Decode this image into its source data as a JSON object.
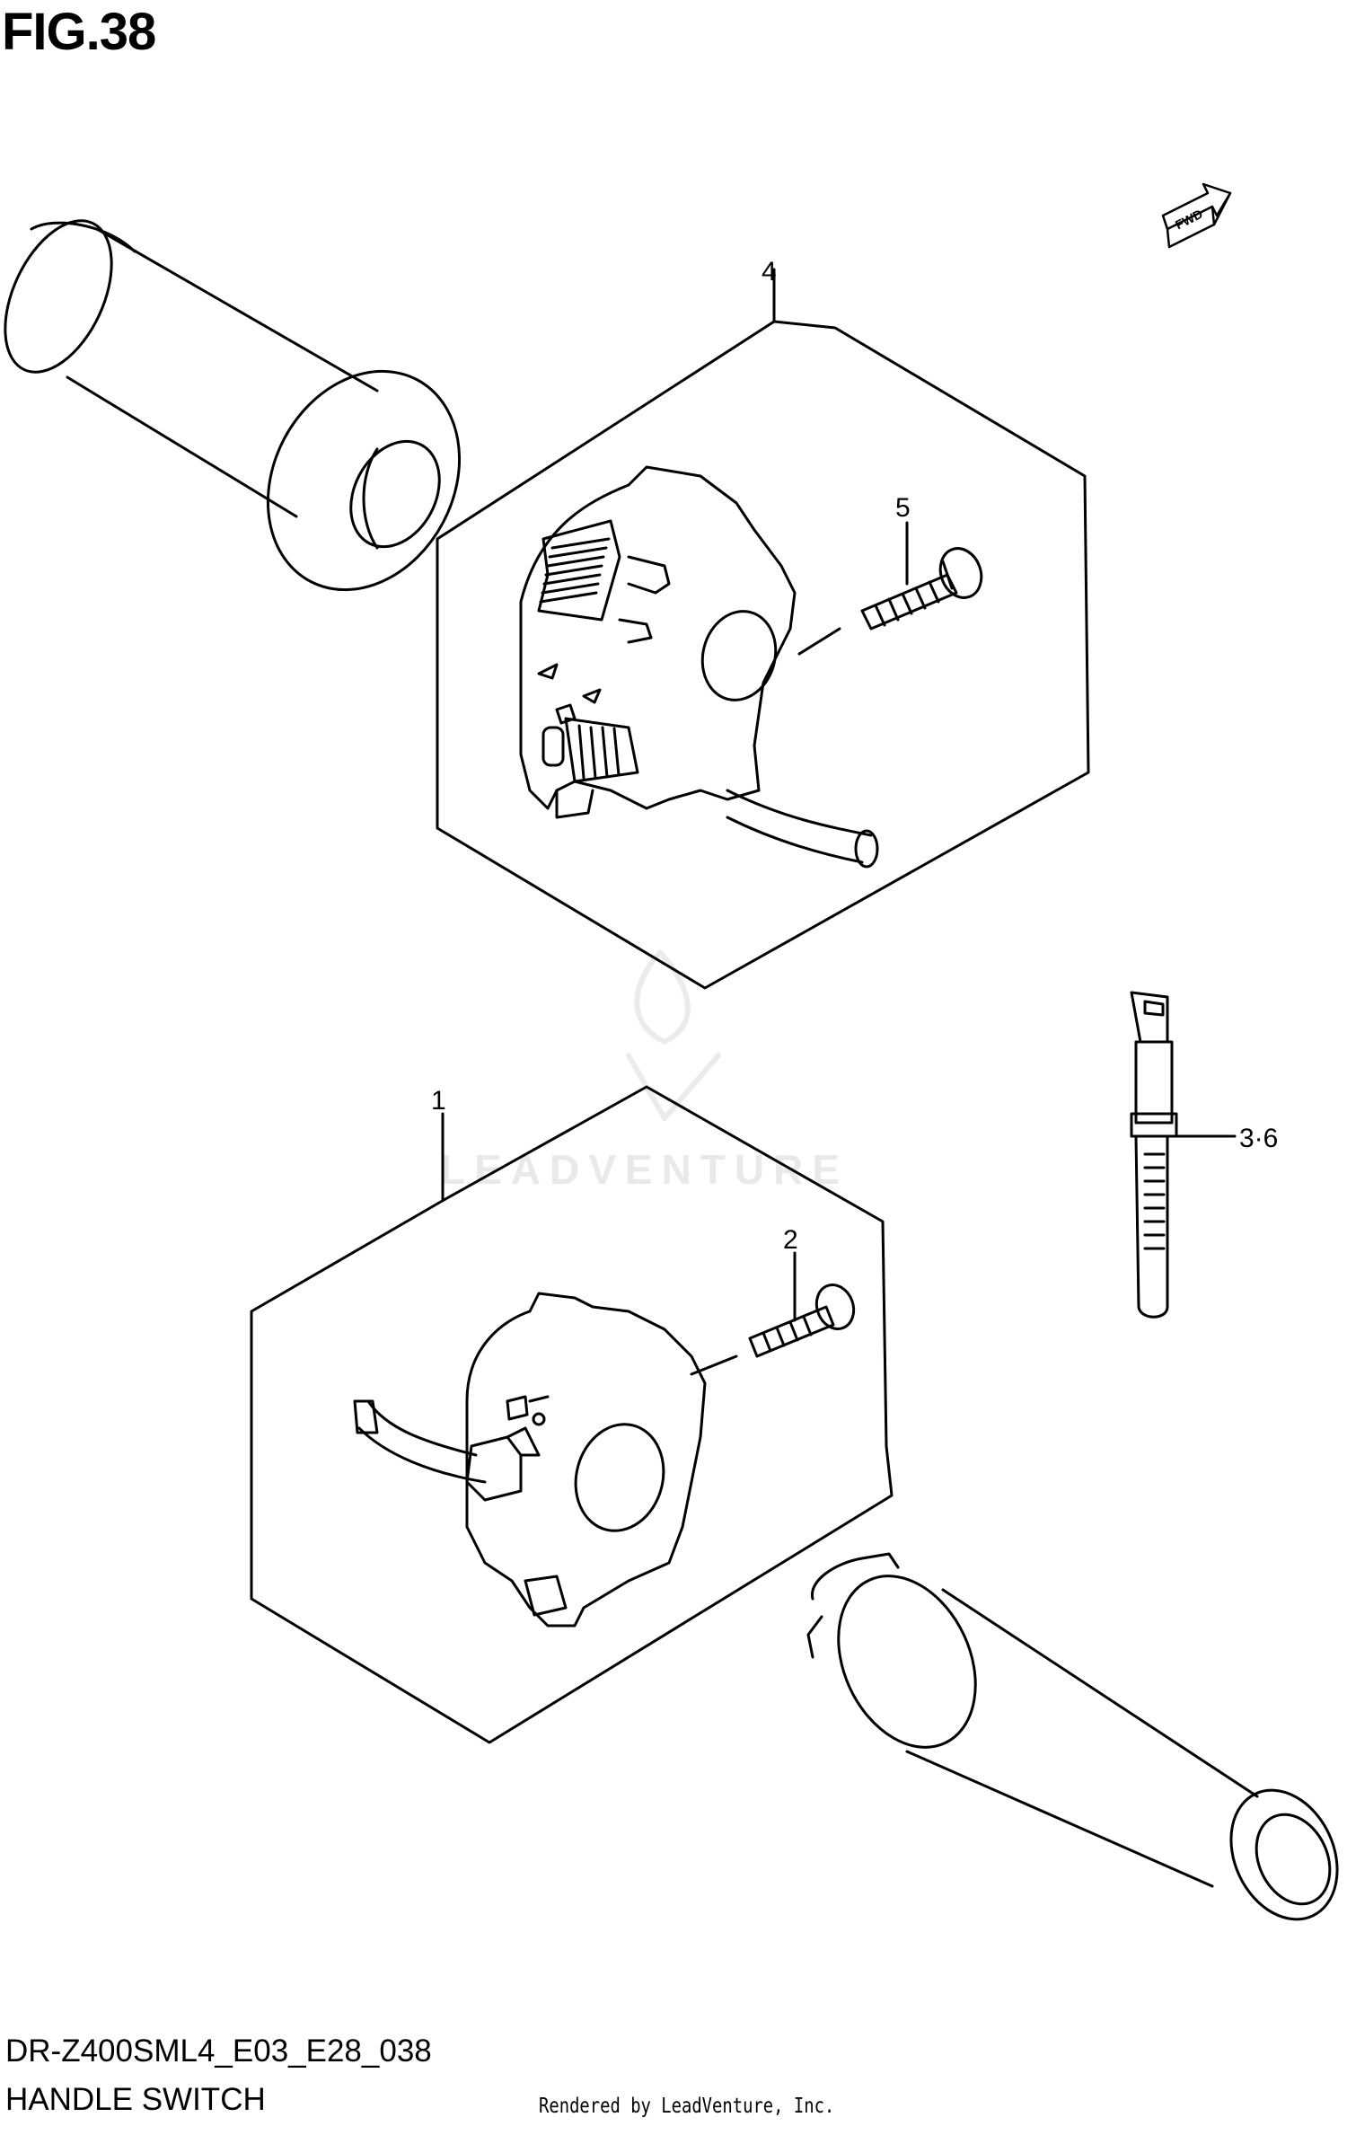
{
  "figure": {
    "title": "FIG.38",
    "code": "DR-Z400SML4_E03_E28_038",
    "name": "HANDLE SWITCH",
    "credit": "Rendered by LeadVenture, Inc.",
    "watermark": "LEADVENTURE",
    "fwd_label": "FWD"
  },
  "callouts": [
    {
      "label": "4"
    },
    {
      "label": "5"
    },
    {
      "label": "1"
    },
    {
      "label": "2"
    },
    {
      "label": "3·6"
    }
  ],
  "colors": {
    "line": "#000000",
    "background": "#ffffff",
    "watermark": "#e9e9e9"
  }
}
